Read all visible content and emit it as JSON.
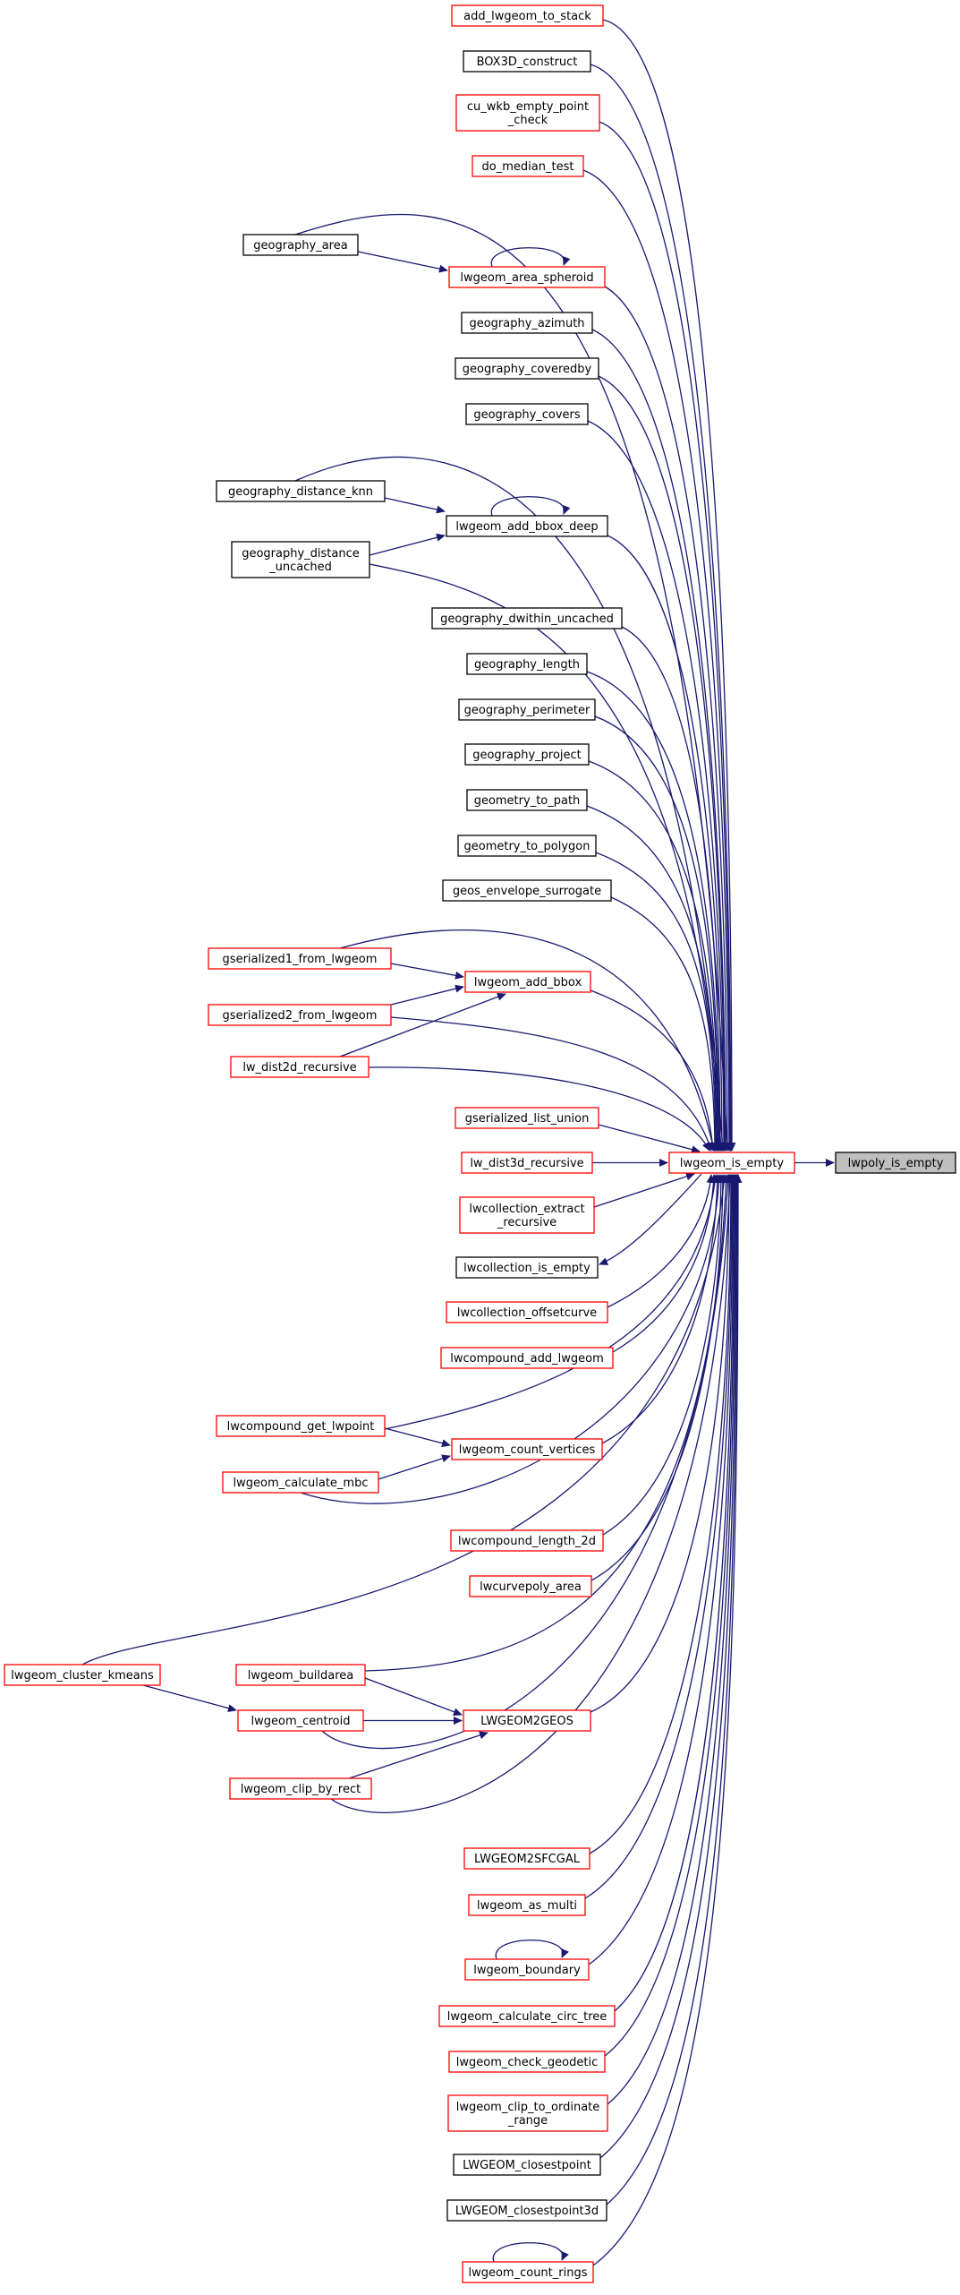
{
  "graph": {
    "colors": {
      "edge": "#191970",
      "link_border": "#ff0000",
      "plain_border": "#000000",
      "current_fill": "#bfbfbf"
    },
    "nodes": {
      "lwpoly_is_empty": {
        "lines": [
          "lwpoly_is_empty"
        ],
        "style": "current"
      },
      "lwgeom_is_empty": {
        "lines": [
          "lwgeom_is_empty"
        ],
        "style": "red"
      },
      "add_lwgeom_to_stack": {
        "lines": [
          "add_lwgeom_to_stack"
        ],
        "style": "red"
      },
      "BOX3D_construct": {
        "lines": [
          "BOX3D_construct"
        ],
        "style": "black"
      },
      "cu_wkb_empty_point_check": {
        "lines": [
          "cu_wkb_empty_point",
          "_check"
        ],
        "style": "red"
      },
      "do_median_test": {
        "lines": [
          "do_median_test"
        ],
        "style": "red"
      },
      "geography_area": {
        "lines": [
          "geography_area"
        ],
        "style": "black"
      },
      "lwgeom_area_spheroid": {
        "lines": [
          "lwgeom_area_spheroid"
        ],
        "style": "red"
      },
      "geography_azimuth": {
        "lines": [
          "geography_azimuth"
        ],
        "style": "black"
      },
      "geography_coveredby": {
        "lines": [
          "geography_coveredby"
        ],
        "style": "black"
      },
      "geography_covers": {
        "lines": [
          "geography_covers"
        ],
        "style": "black"
      },
      "geography_distance_knn": {
        "lines": [
          "geography_distance_knn"
        ],
        "style": "black"
      },
      "lwgeom_add_bbox_deep": {
        "lines": [
          "lwgeom_add_bbox_deep"
        ],
        "style": "black"
      },
      "geography_distance_uncached": {
        "lines": [
          "geography_distance",
          "_uncached"
        ],
        "style": "black"
      },
      "geography_dwithin_uncached": {
        "lines": [
          "geography_dwithin_uncached"
        ],
        "style": "black"
      },
      "geography_length": {
        "lines": [
          "geography_length"
        ],
        "style": "black"
      },
      "geography_perimeter": {
        "lines": [
          "geography_perimeter"
        ],
        "style": "black"
      },
      "geography_project": {
        "lines": [
          "geography_project"
        ],
        "style": "black"
      },
      "geometry_to_path": {
        "lines": [
          "geometry_to_path"
        ],
        "style": "black"
      },
      "geometry_to_polygon": {
        "lines": [
          "geometry_to_polygon"
        ],
        "style": "black"
      },
      "geos_envelope_surrogate": {
        "lines": [
          "geos_envelope_surrogate"
        ],
        "style": "black"
      },
      "gserialized1_from_lwgeom": {
        "lines": [
          "gserialized1_from_lwgeom"
        ],
        "style": "red"
      },
      "lwgeom_add_bbox": {
        "lines": [
          "lwgeom_add_bbox"
        ],
        "style": "red"
      },
      "gserialized2_from_lwgeom": {
        "lines": [
          "gserialized2_from_lwgeom"
        ],
        "style": "red"
      },
      "lw_dist2d_recursive": {
        "lines": [
          "lw_dist2d_recursive"
        ],
        "style": "red"
      },
      "gserialized_list_union": {
        "lines": [
          "gserialized_list_union"
        ],
        "style": "red"
      },
      "lw_dist3d_recursive": {
        "lines": [
          "lw_dist3d_recursive"
        ],
        "style": "red"
      },
      "lwcollection_extract_recursive": {
        "lines": [
          "lwcollection_extract",
          "_recursive"
        ],
        "style": "red"
      },
      "lwcollection_is_empty": {
        "lines": [
          "lwcollection_is_empty"
        ],
        "style": "black"
      },
      "lwcollection_offsetcurve": {
        "lines": [
          "lwcollection_offsetcurve"
        ],
        "style": "red"
      },
      "lwcompound_add_lwgeom": {
        "lines": [
          "lwcompound_add_lwgeom"
        ],
        "style": "red"
      },
      "lwcompound_get_lwpoint": {
        "lines": [
          "lwcompound_get_lwpoint"
        ],
        "style": "red"
      },
      "lwgeom_count_vertices": {
        "lines": [
          "lwgeom_count_vertices"
        ],
        "style": "red"
      },
      "lwgeom_calculate_mbc": {
        "lines": [
          "lwgeom_calculate_mbc"
        ],
        "style": "red"
      },
      "lwcompound_length_2d": {
        "lines": [
          "lwcompound_length_2d"
        ],
        "style": "red"
      },
      "lwcurvepoly_area": {
        "lines": [
          "lwcurvepoly_area"
        ],
        "style": "red"
      },
      "lwgeom_cluster_kmeans": {
        "lines": [
          "lwgeom_cluster_kmeans"
        ],
        "style": "red"
      },
      "lwgeom_buildarea": {
        "lines": [
          "lwgeom_buildarea"
        ],
        "style": "red"
      },
      "LWGEOM2GEOS": {
        "lines": [
          "LWGEOM2GEOS"
        ],
        "style": "red"
      },
      "lwgeom_centroid": {
        "lines": [
          "lwgeom_centroid"
        ],
        "style": "red"
      },
      "lwgeom_clip_by_rect": {
        "lines": [
          "lwgeom_clip_by_rect"
        ],
        "style": "red"
      },
      "LWGEOM2SFCGAL": {
        "lines": [
          "LWGEOM2SFCGAL"
        ],
        "style": "red"
      },
      "lwgeom_as_multi": {
        "lines": [
          "lwgeom_as_multi"
        ],
        "style": "red"
      },
      "lwgeom_boundary": {
        "lines": [
          "lwgeom_boundary"
        ],
        "style": "red"
      },
      "lwgeom_calculate_circ_tree": {
        "lines": [
          "lwgeom_calculate_circ_tree"
        ],
        "style": "red"
      },
      "lwgeom_check_geodetic": {
        "lines": [
          "lwgeom_check_geodetic"
        ],
        "style": "red"
      },
      "lwgeom_clip_to_ordinate_range": {
        "lines": [
          "lwgeom_clip_to_ordinate",
          "_range"
        ],
        "style": "red"
      },
      "LWGEOM_closestpoint": {
        "lines": [
          "LWGEOM_closestpoint"
        ],
        "style": "black"
      },
      "LWGEOM_closestpoint3d": {
        "lines": [
          "LWGEOM_closestpoint3d"
        ],
        "style": "black"
      },
      "lwgeom_count_rings": {
        "lines": [
          "lwgeom_count_rings"
        ],
        "style": "red"
      }
    },
    "edges": [
      {
        "from": "lwgeom_is_empty",
        "to": "lwpoly_is_empty"
      },
      {
        "from": "add_lwgeom_to_stack",
        "to": "lwgeom_is_empty"
      },
      {
        "from": "BOX3D_construct",
        "to": "lwgeom_is_empty"
      },
      {
        "from": "cu_wkb_empty_point_check",
        "to": "lwgeom_is_empty"
      },
      {
        "from": "do_median_test",
        "to": "lwgeom_is_empty"
      },
      {
        "from": "geography_area",
        "to": "lwgeom_is_empty"
      },
      {
        "from": "geography_area",
        "to": "lwgeom_area_spheroid"
      },
      {
        "from": "lwgeom_area_spheroid",
        "to": "lwgeom_is_empty"
      },
      {
        "from": "lwgeom_area_spheroid",
        "to": "lwgeom_area_spheroid"
      },
      {
        "from": "geography_azimuth",
        "to": "lwgeom_is_empty"
      },
      {
        "from": "geography_coveredby",
        "to": "lwgeom_is_empty"
      },
      {
        "from": "geography_covers",
        "to": "lwgeom_is_empty"
      },
      {
        "from": "geography_distance_knn",
        "to": "lwgeom_is_empty"
      },
      {
        "from": "geography_distance_knn",
        "to": "lwgeom_add_bbox_deep"
      },
      {
        "from": "geography_distance_uncached",
        "to": "lwgeom_add_bbox_deep"
      },
      {
        "from": "lwgeom_add_bbox_deep",
        "to": "lwgeom_is_empty"
      },
      {
        "from": "lwgeom_add_bbox_deep",
        "to": "lwgeom_add_bbox_deep"
      },
      {
        "from": "geography_distance_uncached",
        "to": "lwgeom_is_empty"
      },
      {
        "from": "geography_dwithin_uncached",
        "to": "lwgeom_is_empty"
      },
      {
        "from": "geography_length",
        "to": "lwgeom_is_empty"
      },
      {
        "from": "geography_perimeter",
        "to": "lwgeom_is_empty"
      },
      {
        "from": "geography_project",
        "to": "lwgeom_is_empty"
      },
      {
        "from": "geometry_to_path",
        "to": "lwgeom_is_empty"
      },
      {
        "from": "geometry_to_polygon",
        "to": "lwgeom_is_empty"
      },
      {
        "from": "geos_envelope_surrogate",
        "to": "lwgeom_is_empty"
      },
      {
        "from": "gserialized1_from_lwgeom",
        "to": "lwgeom_is_empty"
      },
      {
        "from": "gserialized1_from_lwgeom",
        "to": "lwgeom_add_bbox"
      },
      {
        "from": "gserialized2_from_lwgeom",
        "to": "lwgeom_add_bbox"
      },
      {
        "from": "lw_dist2d_recursive",
        "to": "lwgeom_add_bbox"
      },
      {
        "from": "lwgeom_add_bbox",
        "to": "lwgeom_is_empty"
      },
      {
        "from": "gserialized2_from_lwgeom",
        "to": "lwgeom_is_empty"
      },
      {
        "from": "lw_dist2d_recursive",
        "to": "lwgeom_is_empty"
      },
      {
        "from": "gserialized_list_union",
        "to": "lwgeom_is_empty"
      },
      {
        "from": "lw_dist3d_recursive",
        "to": "lwgeom_is_empty"
      },
      {
        "from": "lwcollection_extract_recursive",
        "to": "lwgeom_is_empty"
      },
      {
        "from": "lwgeom_is_empty",
        "to": "lwcollection_is_empty"
      },
      {
        "from": "lwcollection_offsetcurve",
        "to": "lwgeom_is_empty"
      },
      {
        "from": "lwcompound_add_lwgeom",
        "to": "lwgeom_is_empty"
      },
      {
        "from": "lwcompound_get_lwpoint",
        "to": "lwgeom_is_empty"
      },
      {
        "from": "lwcompound_get_lwpoint",
        "to": "lwgeom_count_vertices"
      },
      {
        "from": "lwgeom_calculate_mbc",
        "to": "lwgeom_count_vertices"
      },
      {
        "from": "lwgeom_count_vertices",
        "to": "lwgeom_is_empty"
      },
      {
        "from": "lwgeom_calculate_mbc",
        "to": "lwgeom_is_empty"
      },
      {
        "from": "lwcompound_length_2d",
        "to": "lwgeom_is_empty"
      },
      {
        "from": "lwcurvepoly_area",
        "to": "lwgeom_is_empty"
      },
      {
        "from": "lwgeom_cluster_kmeans",
        "to": "lwgeom_is_empty"
      },
      {
        "from": "lwgeom_cluster_kmeans",
        "to": "lwgeom_centroid"
      },
      {
        "from": "lwgeom_buildarea",
        "to": "LWGEOM2GEOS"
      },
      {
        "from": "lwgeom_buildarea",
        "to": "lwgeom_is_empty"
      },
      {
        "from": "lwgeom_centroid",
        "to": "LWGEOM2GEOS"
      },
      {
        "from": "lwgeom_centroid",
        "to": "lwgeom_is_empty"
      },
      {
        "from": "lwgeom_clip_by_rect",
        "to": "LWGEOM2GEOS"
      },
      {
        "from": "lwgeom_clip_by_rect",
        "to": "lwgeom_is_empty"
      },
      {
        "from": "LWGEOM2GEOS",
        "to": "lwgeom_is_empty"
      },
      {
        "from": "LWGEOM2SFCGAL",
        "to": "lwgeom_is_empty"
      },
      {
        "from": "lwgeom_as_multi",
        "to": "lwgeom_is_empty"
      },
      {
        "from": "lwgeom_boundary",
        "to": "lwgeom_is_empty"
      },
      {
        "from": "lwgeom_boundary",
        "to": "lwgeom_boundary"
      },
      {
        "from": "lwgeom_calculate_circ_tree",
        "to": "lwgeom_is_empty"
      },
      {
        "from": "lwgeom_check_geodetic",
        "to": "lwgeom_is_empty"
      },
      {
        "from": "lwgeom_clip_to_ordinate_range",
        "to": "lwgeom_is_empty"
      },
      {
        "from": "LWGEOM_closestpoint",
        "to": "lwgeom_is_empty"
      },
      {
        "from": "LWGEOM_closestpoint3d",
        "to": "lwgeom_is_empty"
      },
      {
        "from": "lwgeom_count_rings",
        "to": "lwgeom_is_empty"
      },
      {
        "from": "lwgeom_count_rings",
        "to": "lwgeom_count_rings"
      }
    ]
  }
}
